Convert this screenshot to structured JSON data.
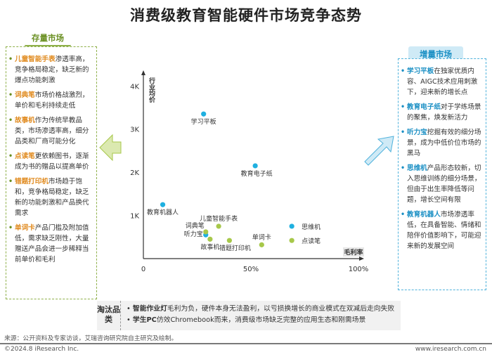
{
  "title": "消费级教育智能硬件市场竞争态势",
  "left_panel": {
    "heading": "存量市场",
    "items": [
      {
        "keyword": "儿童智能手表",
        "text": "渗透率高，竞争格局稳定，缺乏新的爆点功能刺激"
      },
      {
        "keyword": "词典笔",
        "text": "市场价格战激烈，单价和毛利持续走低"
      },
      {
        "keyword": "故事机",
        "text": "作为传统早教品类，市场渗透率高，细分品类和厂商可能分化"
      },
      {
        "keyword": "点读笔",
        "text": "更依赖图书，逐渐成为书的赠品以提高单价"
      },
      {
        "keyword": "错题打印机",
        "text": "市场趋于饱和，竞争格局稳定，缺乏新的功能刺激和产品换代需求"
      },
      {
        "keyword": "单词卡",
        "text": "产品门槛及附加值低，需求缺乏刚性，大量赠送产品会进一步稀释当前单价和毛利"
      }
    ]
  },
  "right_panel": {
    "heading": "增量市场",
    "items": [
      {
        "keyword": "学习平板",
        "text": "在独家优质内容、AIGC技术应用刺激下，迎来新的增长点"
      },
      {
        "keyword": "教育电子纸",
        "text": "对于学练场景的聚焦，焕发新活力"
      },
      {
        "keyword": "听力宝",
        "text": "挖掘有效的细分场景，成为中低价位市场的黑马"
      },
      {
        "keyword": "思维机",
        "text": "产品形态较新，切入思维训练的细分场景，但由于出生率降低等问题，增长空间有限"
      },
      {
        "keyword": "教育机器人",
        "text": "市场渗透率低，在具备智能、情绪和陪伴价值影响下，可能迎来新的发展空间"
      }
    ]
  },
  "bottom": {
    "label": "淘汰品类",
    "lines": [
      {
        "keyword": "智能作业灯",
        "text": "毛利为负，硬件本身无法盈利，以亏损换增长的商业模式在双减后走向失败"
      },
      {
        "keyword": "学生PC",
        "text": "仿效Chromebook而来，消费级市场缺乏完整的应用生态和刚需场景"
      }
    ]
  },
  "source": "来源：公开资料及专家访谈，艾瑞咨询研究院自主研究及绘制。",
  "copyright": "©2024.8 iResearch Inc.",
  "website": "www.iresearch.com.cn",
  "colors": {
    "increment": "#1fb0e0",
    "stock": "#a7c84a",
    "accent_orange": "#e08a1e"
  },
  "chart_data": {
    "type": "scatter",
    "xlabel": "毛利率",
    "ylabel": "行业均价",
    "x_ticks": [
      "0",
      "50%",
      "100%"
    ],
    "y_ticks": [
      "1K",
      "2K",
      "3K",
      "4K"
    ],
    "xlim": [
      0,
      100
    ],
    "ylim": [
      0,
      4200
    ],
    "series": [
      {
        "group": "increment",
        "points": [
          {
            "name": "学习平板",
            "x": 28,
            "y": 3350
          },
          {
            "name": "教育电子纸",
            "x": 52,
            "y": 2150
          },
          {
            "name": "教育机器人",
            "x": 9,
            "y": 1250
          },
          {
            "name": "思维机",
            "x": 69,
            "y": 750
          },
          {
            "name": "听力宝",
            "x": 29,
            "y": 550
          }
        ]
      },
      {
        "group": "stock",
        "points": [
          {
            "name": "儿童智能手表",
            "x": 35,
            "y": 750
          },
          {
            "name": "词典笔",
            "x": 29,
            "y": 620
          },
          {
            "name": "故事机",
            "x": 31,
            "y": 450
          },
          {
            "name": "错题打印机",
            "x": 40,
            "y": 420
          },
          {
            "name": "单词卡",
            "x": 55,
            "y": 320
          },
          {
            "name": "点读笔",
            "x": 69,
            "y": 420
          }
        ]
      }
    ]
  }
}
